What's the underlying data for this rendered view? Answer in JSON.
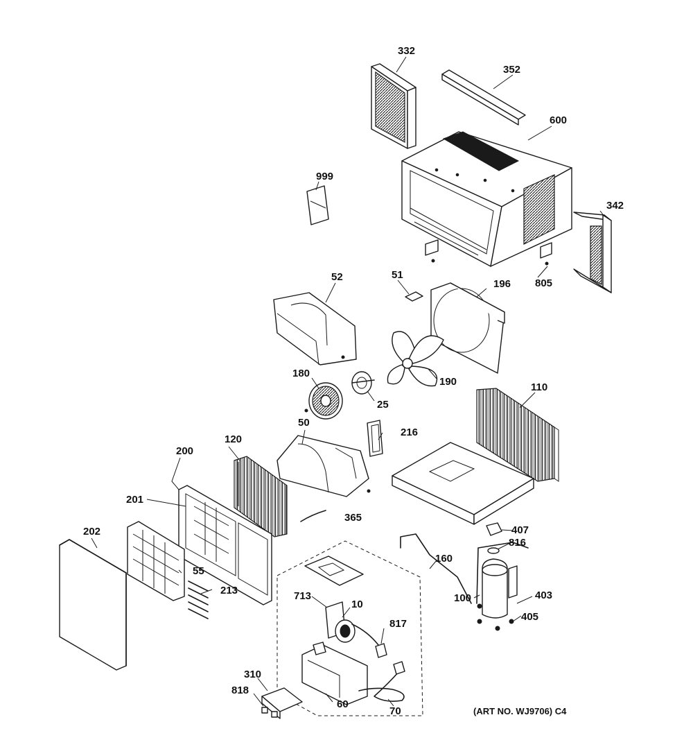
{
  "art_number": "(ART NO. WJ9706) C4",
  "callouts": {
    "c332": "332",
    "c352": "352",
    "c600": "600",
    "c999": "999",
    "c342": "342",
    "c805": "805",
    "c51": "51",
    "c196": "196",
    "c52": "52",
    "c180": "180",
    "c190": "190",
    "c25": "25",
    "c110": "110",
    "c50": "50",
    "c216": "216",
    "c120": "120",
    "c200": "200",
    "c201": "201",
    "c365": "365",
    "c202": "202",
    "c55": "55",
    "c213": "213",
    "c407": "407",
    "c816": "816",
    "c160": "160",
    "c403": "403",
    "c100": "100",
    "c405": "405",
    "c713": "713",
    "c10": "10",
    "c817": "817",
    "c310": "310",
    "c818": "818",
    "c60": "60",
    "c70": "70"
  },
  "colors": {
    "line": "#1a1a1a",
    "background": "#ffffff"
  }
}
